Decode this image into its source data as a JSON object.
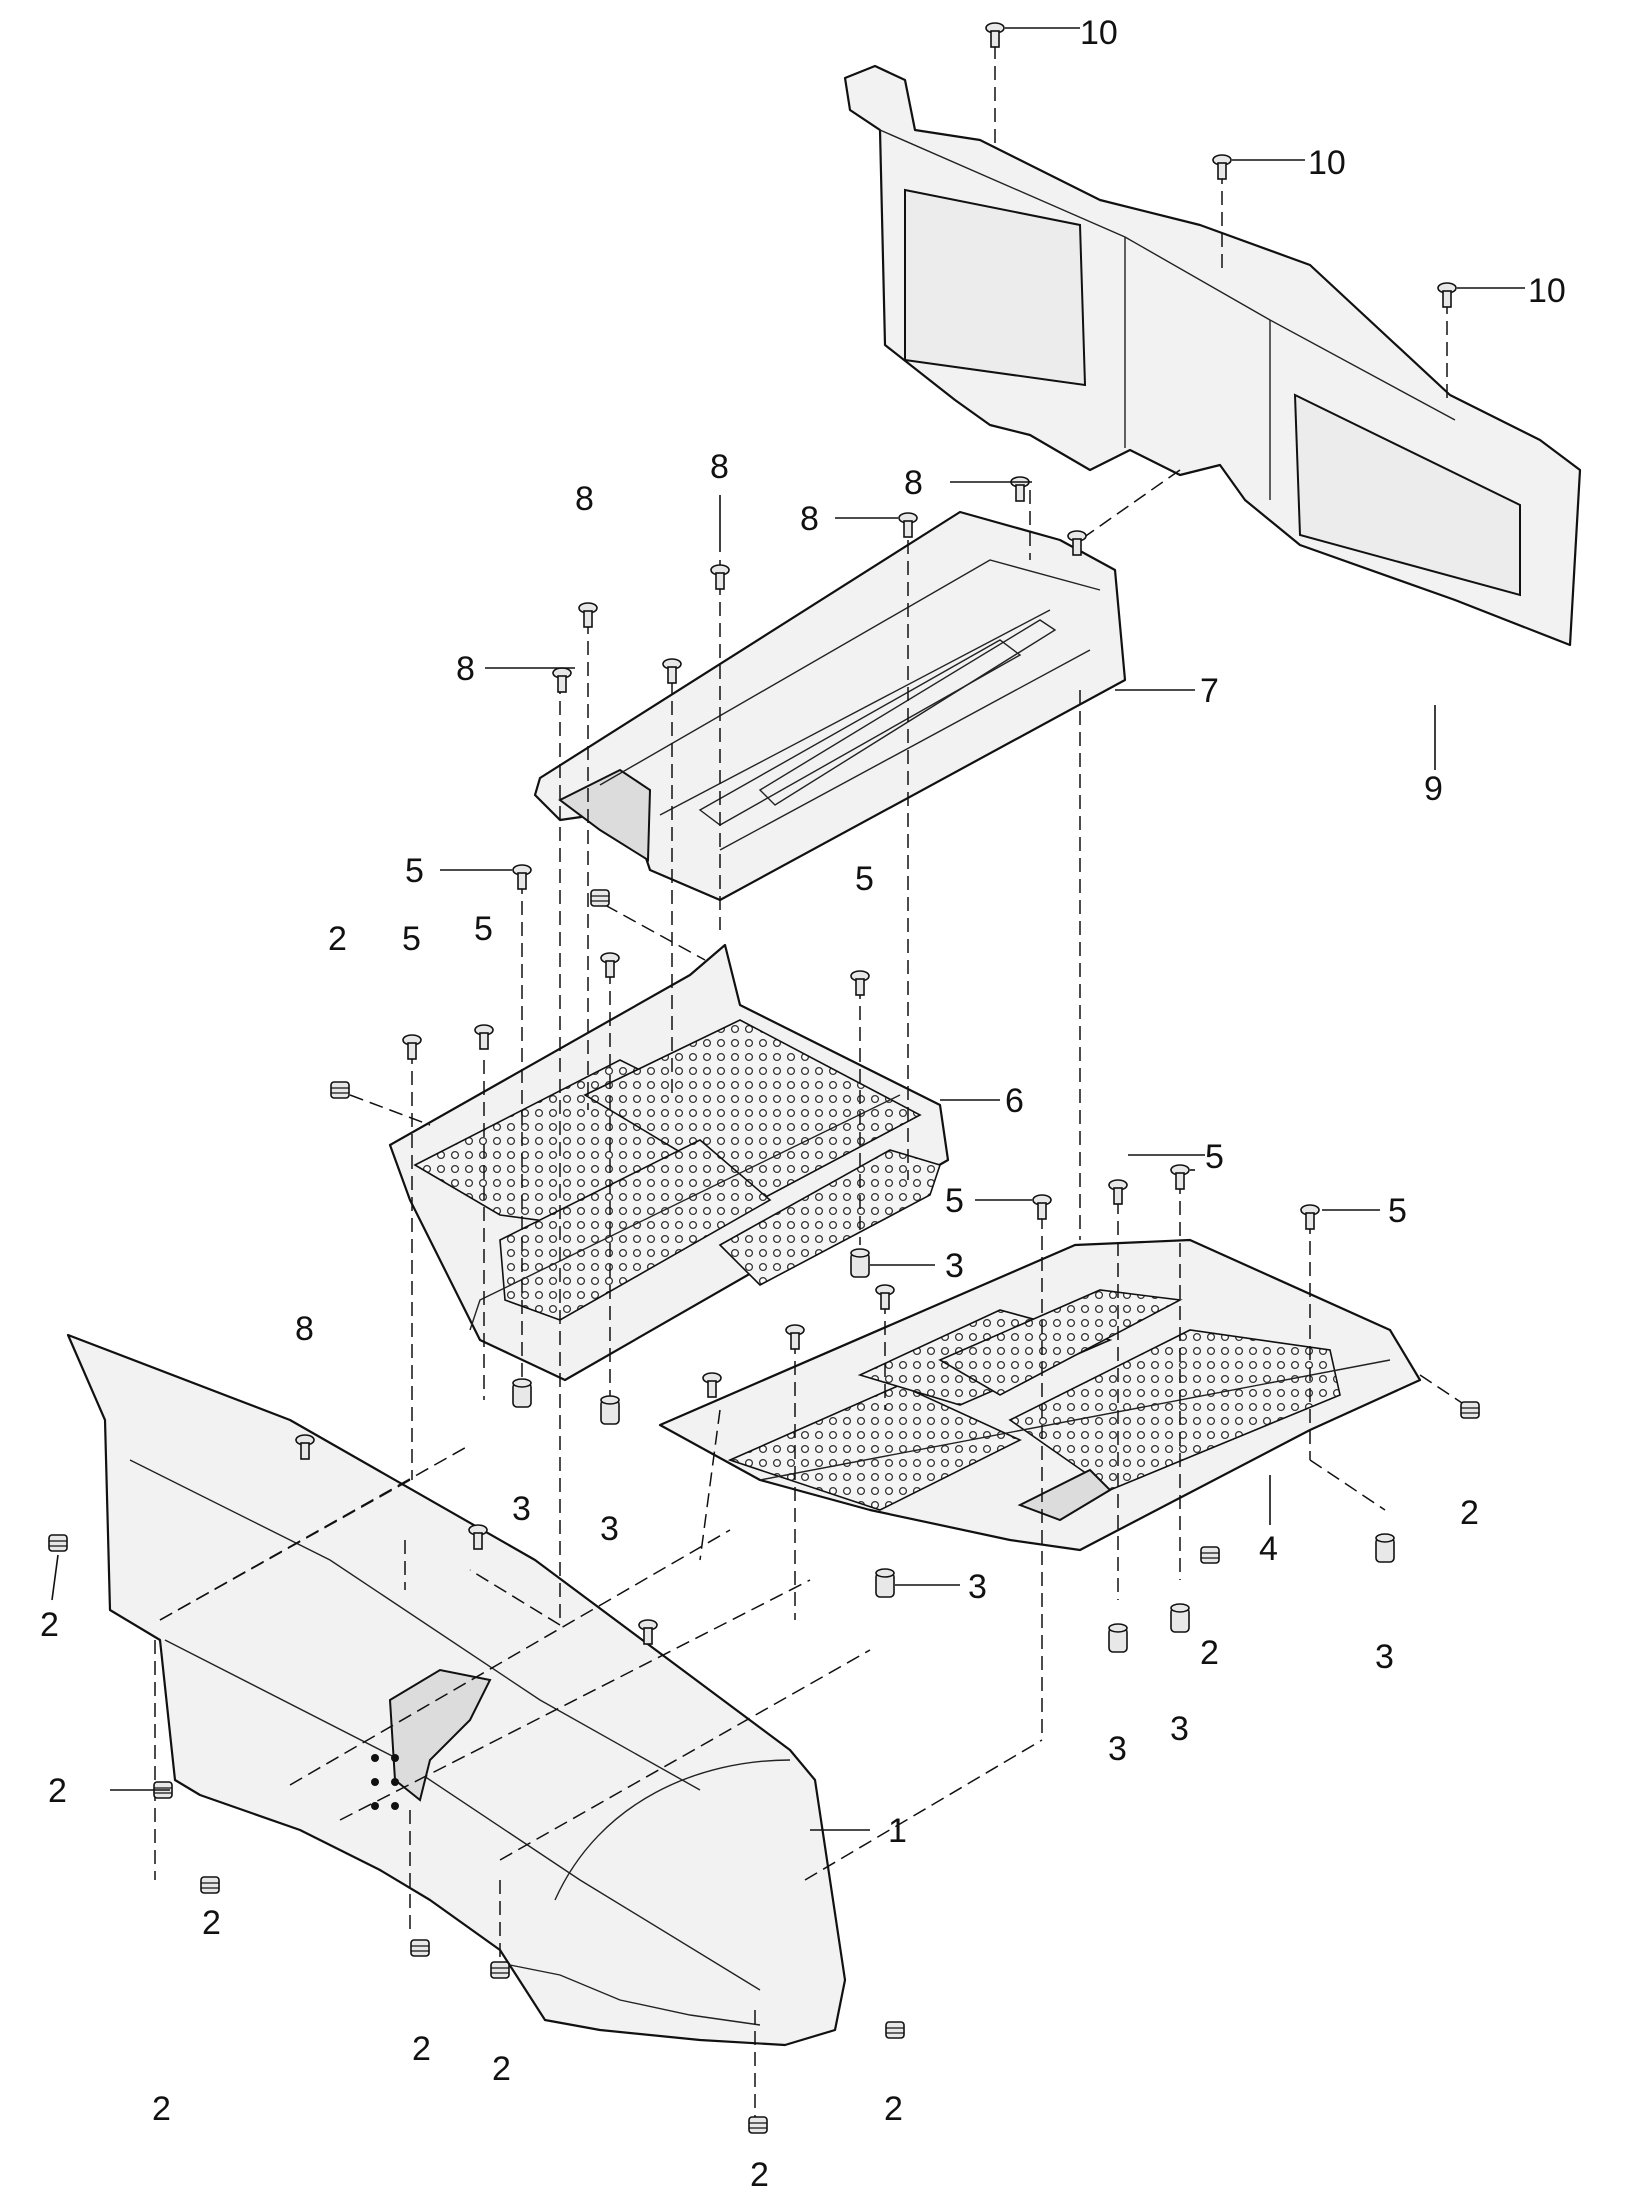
{
  "callouts": {
    "c1": "1",
    "c2a": "2",
    "c2b": "2",
    "c2c": "2",
    "c2d": "2",
    "c2e": "2",
    "c2f": "2",
    "c2g": "2",
    "c2h": "2",
    "c2i": "2",
    "c2j": "2",
    "c2k": "2",
    "c3a": "3",
    "c3b": "3",
    "c3c": "3",
    "c3d": "3",
    "c3e": "3",
    "c3f": "3",
    "c3g": "3",
    "c4": "4",
    "c5a": "5",
    "c5b": "5",
    "c5c": "5",
    "c5d": "5",
    "c5e": "5",
    "c5f": "5",
    "c5g": "5",
    "c6": "6",
    "c7": "7",
    "c8a": "8",
    "c8b": "8",
    "c8c": "8",
    "c8d": "8",
    "c8e": "8",
    "c8f": "8",
    "c9": "9",
    "c10a": "10",
    "c10b": "10",
    "c10c": "10"
  }
}
